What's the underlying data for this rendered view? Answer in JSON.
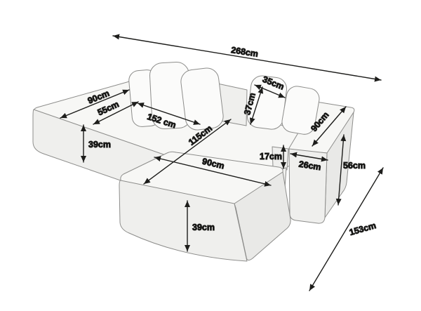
{
  "figure": {
    "type": "product-dimension-diagram",
    "subject": "modular corner sofa with chaise, ottoman and pillows",
    "unit": "cm"
  },
  "colors": {
    "background": "#ffffff",
    "dimension_line": "#1d1d1b",
    "label_text": "#111111",
    "sofa_outline": "#8d8d8b",
    "sofa_top": "#f7f7f5",
    "sofa_front": "#efefed",
    "sofa_side": "#e9e9e7",
    "pillow": "#fbfbfa"
  },
  "dimensions": {
    "overall_width": "268cm",
    "chaise_depth": "90cm",
    "chaise_seat_depth": "55cm",
    "chaise_seat_length": "152 cm",
    "chaise_height": "39cm",
    "pillow_width": "35cm",
    "pillow_height": "37cm",
    "seat_diagonal": "115cm",
    "ottoman_length": "90cm",
    "ottoman_height": "39cm",
    "seat_edge_height": "17cm",
    "armrest_width": "26cm",
    "armrest_depth": "90cm",
    "armrest_height": "56cm",
    "overall_depth": "153cm"
  }
}
